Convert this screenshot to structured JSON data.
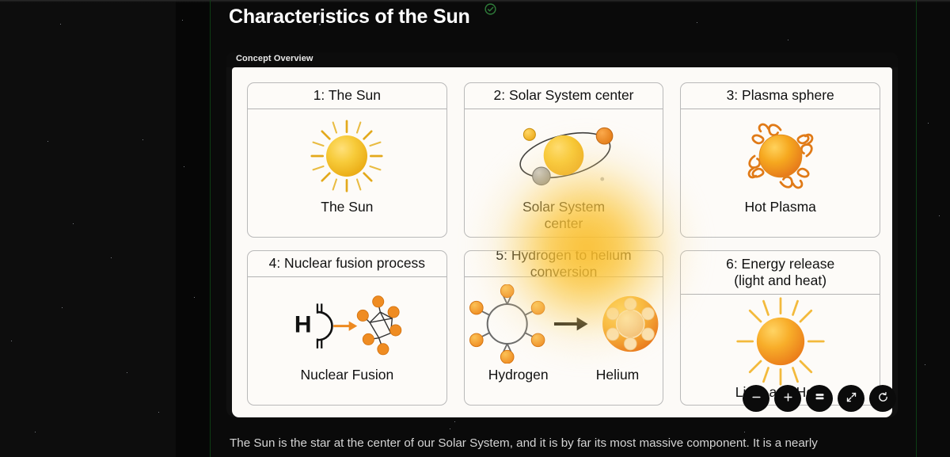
{
  "header": {
    "title": "Characteristics of the Sun",
    "status_icon": "check-circle-icon",
    "status_color": "#2f7d3a"
  },
  "slide": {
    "section_label": "Concept Overview"
  },
  "cards": [
    {
      "title": "1: The Sun",
      "label": "The Sun",
      "art": "sun-with-rays-icon"
    },
    {
      "title": "2: Solar System center",
      "label": "Solar System\ncenter",
      "art": "orbiting-planets-icon"
    },
    {
      "title": "3: Plasma sphere",
      "label": "Hot Plasma",
      "art": "plasma-sphere-icon"
    },
    {
      "title": "4: Nuclear fusion process",
      "label": "Nuclear Fusion",
      "art": "hydrogen-to-molecule-icon"
    },
    {
      "title": "5: Hydrogen to helium conversion",
      "label_left": "Hydrogen",
      "label_right": "Helium",
      "art": "hydrogen-helium-conversion-icon"
    },
    {
      "title": "6: Energy release\n(light and heat)",
      "label": "Light and Heat",
      "art": "radiating-sun-icon"
    }
  ],
  "toolbar": {
    "buttons": [
      {
        "name": "zoom-out-button",
        "icon": "minus-icon"
      },
      {
        "name": "zoom-in-button",
        "icon": "plus-icon"
      },
      {
        "name": "layers-button",
        "icon": "layers-icon"
      },
      {
        "name": "fullscreen-button",
        "icon": "expand-arrows-icon"
      },
      {
        "name": "reset-button",
        "icon": "rotate-ccw-icon"
      }
    ]
  },
  "body": {
    "paragraph": "The Sun is the star at the center of our Solar System, and it is by far its most massive component. It is a nearly"
  },
  "colors": {
    "sun_yellow": "#f5c12a",
    "sun_orange": "#ef8b22",
    "accent_green": "#2f7d3a",
    "canvas_bg": "#fcfaf7",
    "card_border": "#b9b9b9"
  }
}
